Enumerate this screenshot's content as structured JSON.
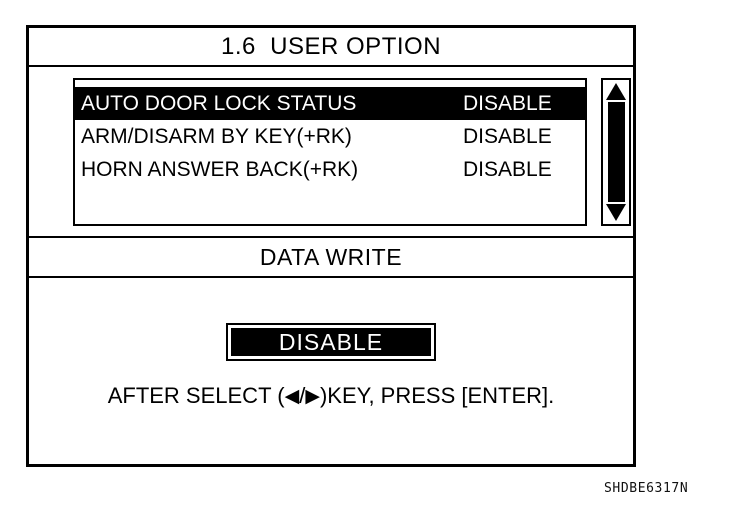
{
  "screen": {
    "title": "1.6  USER OPTION",
    "data_write_label": "DATA WRITE"
  },
  "option_list": {
    "rows": [
      {
        "label": "AUTO DOOR LOCK STATUS",
        "value": "DISABLE",
        "selected": true
      },
      {
        "label": "ARM/DISARM BY KEY(+RK)",
        "value": "DISABLE",
        "selected": false
      },
      {
        "label": "HORN ANSWER BACK(+RK)",
        "value": "DISABLE",
        "selected": false
      }
    ]
  },
  "scrollbar": {
    "up_arrow_icon": "triangle-up-icon",
    "down_arrow_icon": "triangle-down-icon",
    "thumb_icon": "scroll-thumb"
  },
  "action": {
    "selected_value": "DISABLE",
    "instruction_prefix": "AFTER SELECT (",
    "instruction_left_arrow": "◀",
    "instruction_separator": "/",
    "instruction_right_arrow": "▶",
    "instruction_suffix": ")KEY, PRESS [ENTER]."
  },
  "caption": {
    "figure_id": "SHDBE6317N"
  },
  "colors": {
    "foreground": "#000000",
    "background": "#ffffff",
    "highlight_bg": "#000000",
    "highlight_fg": "#ffffff"
  }
}
